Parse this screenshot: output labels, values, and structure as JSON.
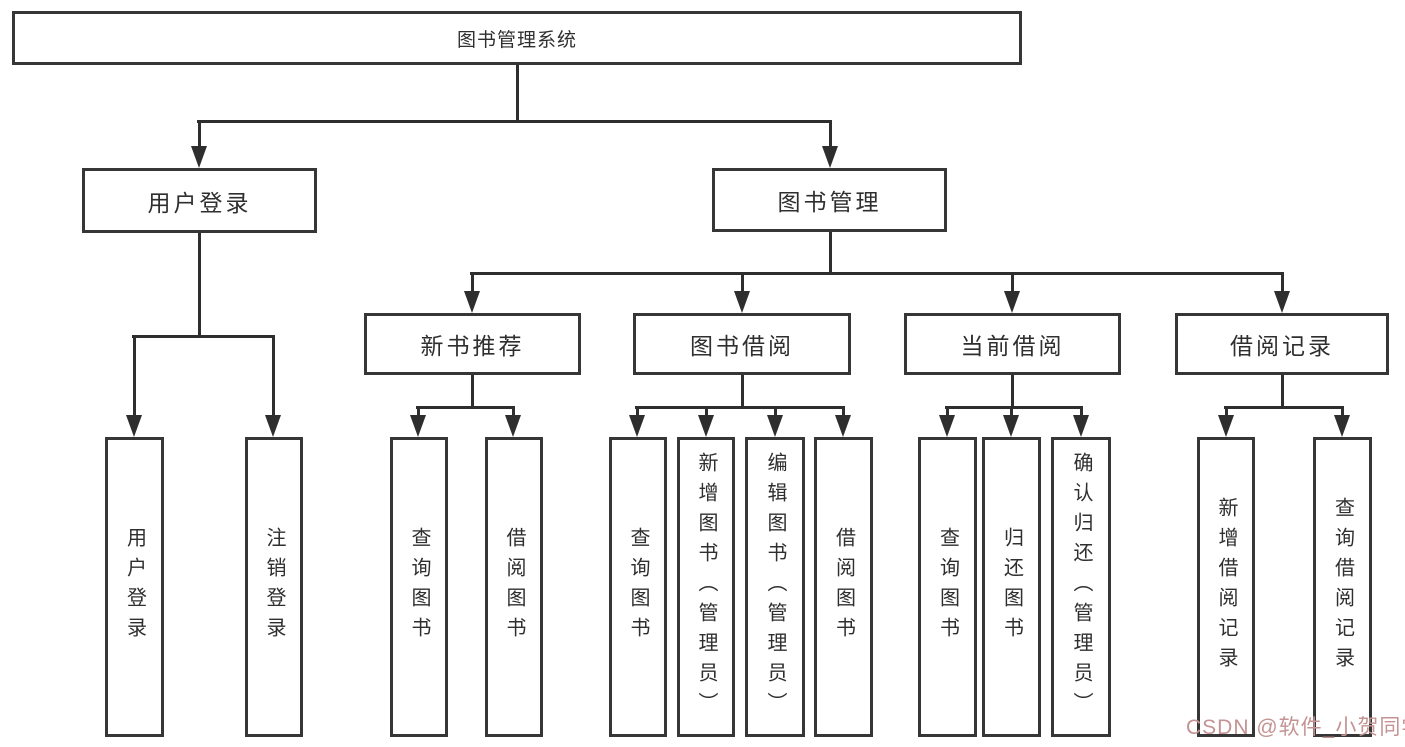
{
  "diagram_title": "图书管理系统",
  "tree": {
    "label": "图书管理系统",
    "children": [
      {
        "label": "用户登录",
        "children": [
          {
            "label": "用户登录"
          },
          {
            "label": "注销登录"
          }
        ]
      },
      {
        "label": "图书管理",
        "children": [
          {
            "label": "新书推荐",
            "children": [
              {
                "label": "查询图书"
              },
              {
                "label": "借阅图书"
              }
            ]
          },
          {
            "label": "图书借阅",
            "children": [
              {
                "label": "查询图书"
              },
              {
                "label": "新增图书（管理员）"
              },
              {
                "label": "编辑图书（管理员）"
              },
              {
                "label": "借阅图书"
              }
            ]
          },
          {
            "label": "当前借阅",
            "children": [
              {
                "label": "查询图书"
              },
              {
                "label": "归还图书"
              },
              {
                "label": "确认归还（管理员）"
              }
            ]
          },
          {
            "label": "借阅记录",
            "children": [
              {
                "label": "新增借阅记录"
              },
              {
                "label": "查询借阅记录"
              }
            ]
          }
        ]
      }
    ]
  },
  "watermark": {
    "text": "CSDN @软件_小贺同学"
  },
  "colors": {
    "line": "#2e2e2e",
    "box_border": "#363636",
    "text": "#2f2f2f",
    "background": "#ffffff",
    "watermark": "#c49393"
  }
}
